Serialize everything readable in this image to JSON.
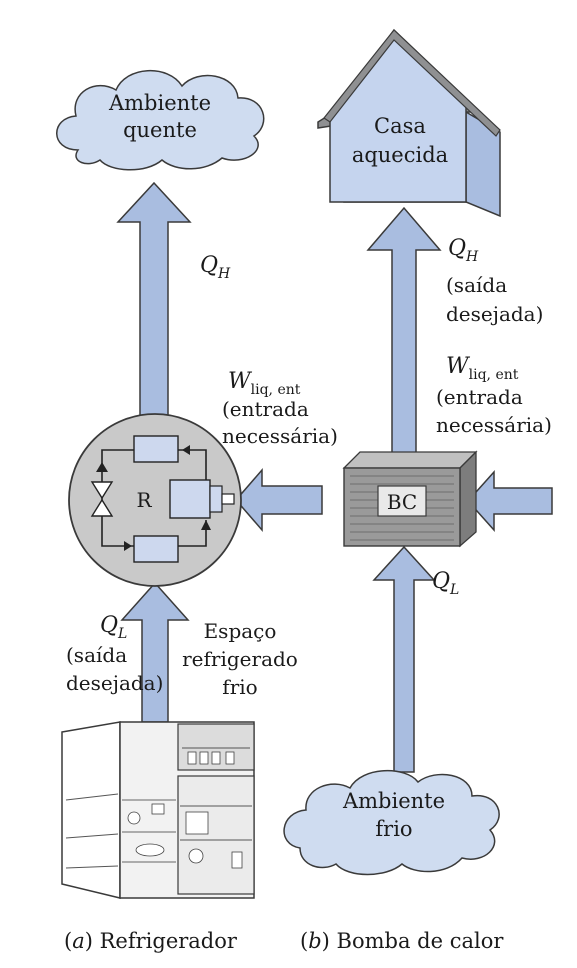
{
  "colors": {
    "arrow_fill": "#a9bde0",
    "arrow_stroke": "#3a3a3a",
    "cloud_fill": "#cfdcf0",
    "house_fill": "#c5d4ee",
    "house_roof": "#8f9092",
    "circle_fill": "#c9c9c9",
    "box_fill": "#cdd8ee",
    "unit_fill": "#9a9a9a"
  },
  "refrigerator_side": {
    "hot_env_line1": "Ambiente",
    "hot_env_line2": "quente",
    "qh_symbol": "Q",
    "qh_sub": "H",
    "w_symbol": "W",
    "w_sub": "liq, ent",
    "w_caption_line1": "(entrada",
    "w_caption_line2": "necessária)",
    "device_label": "R",
    "ql_symbol": "Q",
    "ql_sub": "L",
    "ql_caption_line1": "(saída",
    "ql_caption_line2": "desejada)",
    "cold_space_line1": "Espaço",
    "cold_space_line2": "refrigerado",
    "cold_space_line3": "frio",
    "caption_letter": "a",
    "caption_text": "Refrigerador"
  },
  "heat_pump_side": {
    "house_line1": "Casa",
    "house_line2": "aquecida",
    "qh_symbol": "Q",
    "qh_sub": "H",
    "qh_caption_line1": "(saída",
    "qh_caption_line2": "desejada)",
    "w_symbol": "W",
    "w_sub": "liq, ent",
    "w_caption_line1": "(entrada",
    "w_caption_line2": "necessária)",
    "device_label": "BC",
    "ql_symbol": "Q",
    "ql_sub": "L",
    "cold_env_line1": "Ambiente",
    "cold_env_line2": "frio",
    "caption_letter": "b",
    "caption_text": "Bomba de calor"
  }
}
